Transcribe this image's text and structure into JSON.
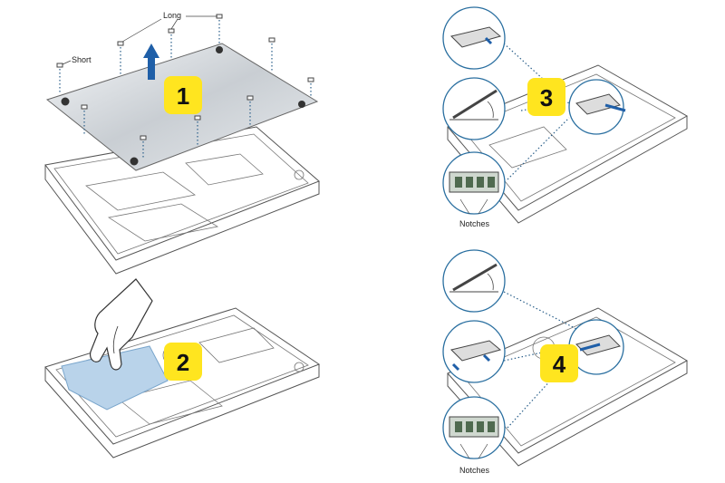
{
  "steps": [
    {
      "number": "1"
    },
    {
      "number": "2"
    },
    {
      "number": "3"
    },
    {
      "number": "4"
    }
  ],
  "labels": {
    "long": "Long",
    "short": "Short",
    "notches_top": "Notches",
    "notches_bottom": "Notches"
  },
  "colors": {
    "badge": "#ffe51f",
    "arrow": "#1f5fa8",
    "callout_border": "#2a6fa0",
    "highlight": "#b9d3ea"
  }
}
